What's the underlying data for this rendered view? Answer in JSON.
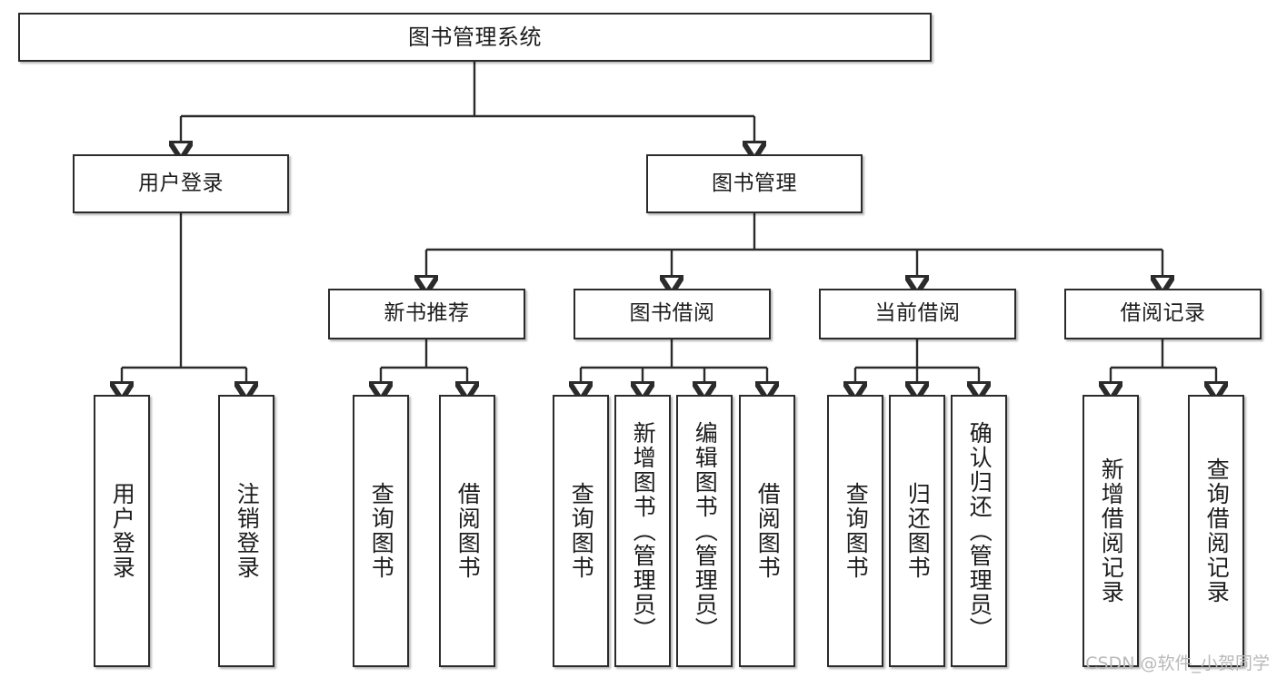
{
  "diagram": {
    "title": "图书管理系统",
    "type": "tree",
    "watermark": "CSDN @软件_小贺同学",
    "colors": {
      "box_border": "#2b2b2b",
      "box_fill": "#ffffff",
      "connector": "#2b2b2b",
      "text": "#1c1c1c",
      "watermark": "#b9b9b9",
      "background": "#ffffff"
    },
    "root": {
      "label": "图书管理系统"
    },
    "level2": [
      {
        "label": "用户登录"
      },
      {
        "label": "图书管理"
      }
    ],
    "level3": [
      {
        "label": "新书推荐"
      },
      {
        "label": "图书借阅"
      },
      {
        "label": "当前借阅"
      },
      {
        "label": "借阅记录"
      }
    ],
    "leaves": {
      "user_login": [
        {
          "label": "用户登录"
        },
        {
          "label": "注销登录"
        }
      ],
      "new_book_recommend": [
        {
          "label": "查询图书"
        },
        {
          "label": "借阅图书"
        }
      ],
      "book_borrow": [
        {
          "label": "查询图书"
        },
        {
          "label": "新增图书（管理员）"
        },
        {
          "label": "编辑图书（管理员）"
        },
        {
          "label": "借阅图书"
        }
      ],
      "current_borrow": [
        {
          "label": "查询图书"
        },
        {
          "label": "归还图书"
        },
        {
          "label": "确认归还（管理员）"
        }
      ],
      "borrow_records": [
        {
          "label": "新增借阅记录"
        },
        {
          "label": "查询借阅记录"
        }
      ]
    }
  }
}
